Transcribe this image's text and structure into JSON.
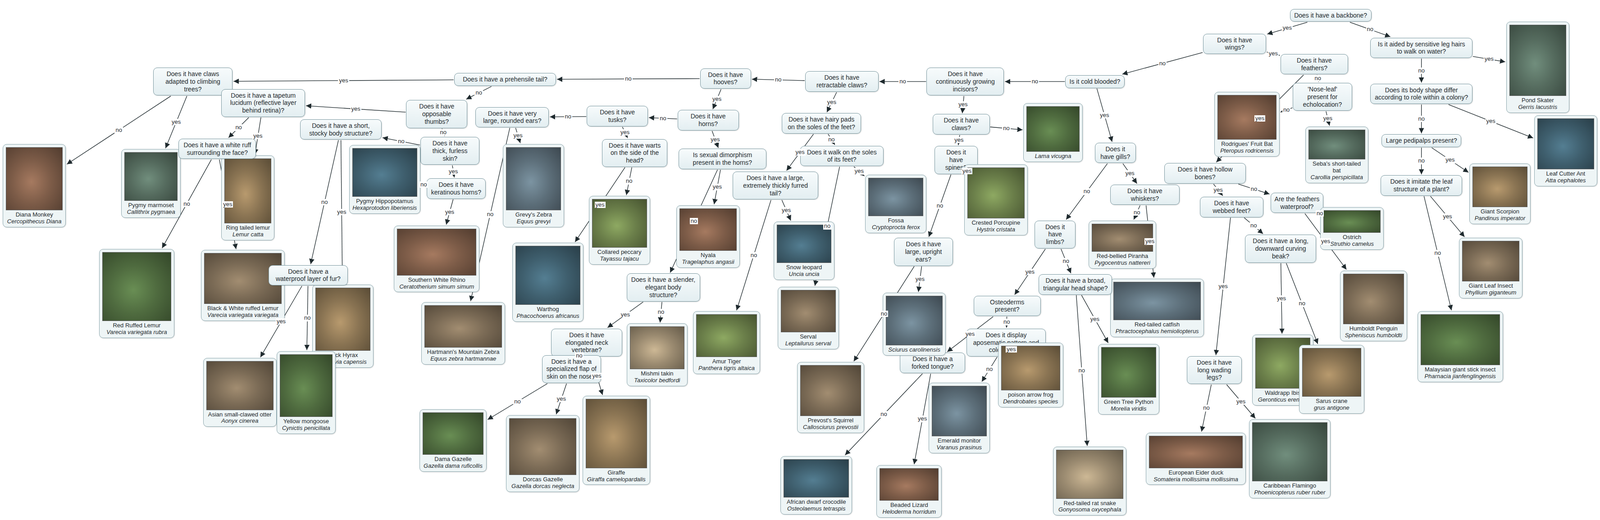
{
  "diagram": {
    "nodes": [
      {
        "text": [
          "Does it have a backbone?"
        ]
      },
      {
        "text": [
          "Does it have wings?"
        ]
      },
      {
        "text": [
          "Does it have feathers?"
        ]
      },
      {
        "text": [
          "Does it have hollow bones?"
        ]
      },
      {
        "text": [
          "Does it have webbed feet?"
        ]
      },
      {
        "text": [
          "Does it have long wading legs?"
        ]
      },
      {
        "text": [
          "Caribbean Flamingo",
          "Phoenicopterus ruber ruber"
        ]
      },
      {
        "text": [
          "European Eider duck",
          "Somateria mollissima mollissima"
        ]
      },
      {
        "text": [
          "Does it have a long, downward curving beak?"
        ]
      },
      {
        "text": [
          "Waldrapp Ibis",
          "Geronticus eremita"
        ]
      },
      {
        "text": [
          "Sarus crane",
          "grus antigone"
        ]
      },
      {
        "text": [
          "Are the feathers waterproof?"
        ]
      },
      {
        "text": [
          "Humboldt Penguin",
          "Spheniscus humboldti"
        ]
      },
      {
        "text": [
          "Ostrich",
          "Struthio camelus"
        ]
      },
      {
        "text": [
          "'Nose-leaf' present for echolocation?"
        ]
      },
      {
        "text": [
          "Seba's short-tailed bat",
          "Carollia perspicillata"
        ]
      },
      {
        "text": [
          "Rodrigues' Fruit Bat",
          "Pteropus rodricensis"
        ]
      },
      {
        "text": [
          "Is it cold blooded?"
        ]
      },
      {
        "text": [
          "Does it have gills?"
        ]
      },
      {
        "text": [
          "Does it have whiskers?"
        ]
      },
      {
        "text": [
          "Red-tailed catfish",
          "Phractocephalus hemioliopterus"
        ]
      },
      {
        "text": [
          "Red-bellied Piranha",
          "Pygocentrus nattereri"
        ]
      },
      {
        "text": [
          "Does it have limbs?"
        ]
      },
      {
        "text": [
          "Osteoderms present?"
        ]
      },
      {
        "text": [
          "Does it have a forked tongue?"
        ]
      },
      {
        "text": [
          "Beaded Lizard",
          "Heloderma horridum"
        ]
      },
      {
        "text": [
          "African dwarf crocodile",
          "Osteolaemus tetraspis"
        ]
      },
      {
        "text": [
          "Does it display aposematic pattern and colouration?"
        ]
      },
      {
        "text": [
          "poison arrow frog",
          "Dendrobates species"
        ]
      },
      {
        "text": [
          "Emerald monitor",
          "Varanus prasinus"
        ]
      },
      {
        "text": [
          "Does it have a broad, triangular head shape?"
        ]
      },
      {
        "text": [
          "Green Tree Python",
          "Morelia viridis"
        ]
      },
      {
        "text": [
          "Red-tailed rat snake",
          "Gonyosoma oxycephala"
        ]
      },
      {
        "text": [
          "Does it have continuously growing incisors?"
        ]
      },
      {
        "text": [
          "Does it have claws?"
        ]
      },
      {
        "text": [
          "Does it have spines?"
        ]
      },
      {
        "text": [
          "Crested Porcupine",
          "Hystrix cristata"
        ]
      },
      {
        "text": [
          "Does it have large, upright ears?"
        ]
      },
      {
        "text": [
          "Sciurus carolinensis"
        ]
      },
      {
        "text": [
          "Prevost's Squirrel",
          "Callosciurus prevostii"
        ]
      },
      {
        "text": [
          "Lama vicugna"
        ]
      },
      {
        "text": [
          "Does it have retractable claws?"
        ]
      },
      {
        "text": [
          "Does it have hairy pads on the soles of the feet?"
        ]
      },
      {
        "text": [
          "Does it have a large, extremely thickly furred tail?"
        ]
      },
      {
        "text": [
          "Snow leopard",
          "Uncia uncia"
        ]
      },
      {
        "text": [
          "Amur Tiger",
          "Panthera tigris altaica"
        ]
      },
      {
        "text": [
          "Does it walk on the soles of its feet?"
        ]
      },
      {
        "text": [
          "Fossa",
          "Cryptoprocta ferox"
        ]
      },
      {
        "text": [
          "Serval",
          "Leptailurus serval"
        ]
      },
      {
        "text": [
          "Does it have hooves?"
        ]
      },
      {
        "text": [
          "Does it have horns?"
        ]
      },
      {
        "text": [
          "Is sexual dimorphism present in the horns?"
        ]
      },
      {
        "text": [
          "Nyala",
          "Tragelaphus angasii"
        ]
      },
      {
        "text": [
          "Does it have a slender, elegant body structure?"
        ]
      },
      {
        "text": [
          "Does it have elongated neck vertebrae?"
        ]
      },
      {
        "text": [
          "Giraffe",
          "Giraffa camelopardalis"
        ]
      },
      {
        "text": [
          "Does it have a specialized flap of skin on the nose?"
        ]
      },
      {
        "text": [
          "Dorcas Gazelle",
          "Gazella dorcas neglecta"
        ]
      },
      {
        "text": [
          "Dama Gazelle",
          "Gazella dama ruficollis"
        ]
      },
      {
        "text": [
          "Mishmi takin",
          "Taxicolor bedfordi"
        ]
      },
      {
        "text": [
          "Does it have tusks?"
        ]
      },
      {
        "text": [
          "Does it have warts on the side of the head?"
        ]
      },
      {
        "text": [
          "Warthog",
          "Phacochoerus africanus"
        ]
      },
      {
        "text": [
          "Collared peccary",
          "Tayassu tajacu"
        ]
      },
      {
        "text": [
          "Does it have very large, rounded ears?"
        ]
      },
      {
        "text": [
          "Grevy's Zebra",
          "Equus grevyi"
        ]
      },
      {
        "text": [
          "Hartmann's Mountain Zebra",
          "Equus zebra hartmannae"
        ]
      },
      {
        "text": [
          "Does it have a prehensile tail?"
        ]
      },
      {
        "text": [
          "Does it have claws adapted to climbing trees?"
        ]
      },
      {
        "text": [
          "Pygmy marmoset",
          "Callithrix pygmaea"
        ]
      },
      {
        "text": [
          "Diana Monkey",
          "Cercopithecus Diana"
        ]
      },
      {
        "text": [
          "Does it have opposable thumbs?"
        ]
      },
      {
        "text": [
          "Does it have a tapetum lucidum (reflective layer behind retina)?"
        ]
      },
      {
        "text": [
          "Ring tailed lemur",
          "Lemur catta"
        ]
      },
      {
        "text": [
          "Does it have a white ruff surrounding the face?"
        ]
      },
      {
        "text": [
          "Black & White ruffed Lemur",
          "Varecia variegata variegata"
        ]
      },
      {
        "text": [
          "Red Ruffed Lemur",
          "Varecia variegata rubra"
        ]
      },
      {
        "text": [
          "Does it have thick, furless skin?"
        ]
      },
      {
        "text": [
          "Does it have keratinous horns?"
        ]
      },
      {
        "text": [
          "Southern White Rhino",
          "Ceratotherium simum simum"
        ]
      },
      {
        "text": [
          "Pygmy Hippopotamus",
          "Hexaprotodon liberiensis"
        ]
      },
      {
        "text": [
          "Does it have a short, stocky body structure?"
        ]
      },
      {
        "text": [
          "Rock Hyrax",
          "Procavia capensis"
        ]
      },
      {
        "text": [
          "Does it have a waterproof layer of fur?"
        ]
      },
      {
        "text": [
          "Asian small-clawed otter",
          "Aonyx cinerea"
        ]
      },
      {
        "text": [
          "Yellow mongoose",
          "Cynictis penicillata"
        ]
      },
      {
        "text": [
          "Is it aided by sensitive leg hairs to walk on water?"
        ]
      },
      {
        "text": [
          "Pond Skater",
          "Gerris lacustris"
        ]
      },
      {
        "text": [
          "Does its body shape differ according to role within a colony?"
        ]
      },
      {
        "text": [
          "Leaf Cutter Ant",
          "Atta cephalotes"
        ]
      },
      {
        "text": [
          "Large pedipalps present?"
        ]
      },
      {
        "text": [
          "Giant Scorpion",
          "Pandinus imperator"
        ]
      },
      {
        "text": [
          "Does it imitate the leaf structure of a plant?"
        ]
      },
      {
        "text": [
          "Giant Leaf Insect",
          "Phyllium giganteum"
        ]
      },
      {
        "text": [
          "Malaysian giant stick insect",
          "Pharnacia jianfenglingensis"
        ]
      }
    ],
    "edges": [
      {
        "from": 0,
        "to": 1,
        "label": "yes",
        "arrow": "to"
      },
      {
        "from": 1,
        "to": 2,
        "label": "yes",
        "arrow": "to"
      },
      {
        "from": 2,
        "to": 3,
        "label": "yes",
        "arrow": "to"
      },
      {
        "from": 3,
        "to": 4,
        "label": "yes",
        "arrow": "to"
      },
      {
        "from": 4,
        "to": 5,
        "label": "yes",
        "arrow": "to"
      },
      {
        "from": 5,
        "to": 6,
        "label": "yes",
        "arrow": "to"
      },
      {
        "from": 5,
        "to": 7,
        "label": "no",
        "arrow": "to"
      },
      {
        "from": 4,
        "to": 8,
        "label": "no",
        "arrow": "to"
      },
      {
        "from": 8,
        "to": 9,
        "label": "yes",
        "arrow": "to"
      },
      {
        "from": 8,
        "to": 10,
        "label": "no",
        "arrow": "to"
      },
      {
        "from": 3,
        "to": 11,
        "label": "no",
        "arrow": "to"
      },
      {
        "from": 11,
        "to": 12,
        "label": "yes",
        "arrow": "to"
      },
      {
        "from": 11,
        "to": 13,
        "label": "no",
        "arrow": "to"
      },
      {
        "from": 2,
        "to": 14,
        "label": "no",
        "arrow": "to"
      },
      {
        "from": 14,
        "to": 15,
        "label": "yes",
        "arrow": "to"
      },
      {
        "from": 14,
        "to": 16,
        "label": "no",
        "arrow": "to"
      },
      {
        "from": 1,
        "to": 17,
        "label": "no",
        "arrow": "to"
      },
      {
        "from": 17,
        "to": 18,
        "label": "yes",
        "arrow": "to"
      },
      {
        "from": 18,
        "to": 19,
        "label": "yes",
        "arrow": "to"
      },
      {
        "from": 19,
        "to": 20,
        "label": "yes",
        "arrow": "to"
      },
      {
        "from": 19,
        "to": 21,
        "label": "no",
        "arrow": "to"
      },
      {
        "from": 18,
        "to": 22,
        "label": "no",
        "arrow": "to"
      },
      {
        "from": 22,
        "to": 23,
        "label": "yes",
        "arrow": "to"
      },
      {
        "from": 23,
        "to": 24,
        "label": "yes",
        "arrow": "to"
      },
      {
        "from": 24,
        "to": 25,
        "label": "yes",
        "arrow": "to"
      },
      {
        "from": 24,
        "to": 26,
        "label": "no",
        "arrow": "to"
      },
      {
        "from": 23,
        "to": 27,
        "label": "no",
        "arrow": "to"
      },
      {
        "from": 27,
        "to": 28,
        "label": "yes",
        "arrow": "to"
      },
      {
        "from": 27,
        "to": 29,
        "label": "no",
        "arrow": "to"
      },
      {
        "from": 22,
        "to": 30,
        "label": "no",
        "arrow": "to"
      },
      {
        "from": 30,
        "to": 31,
        "label": "yes",
        "arrow": "to"
      },
      {
        "from": 30,
        "to": 32,
        "label": "no",
        "arrow": "to"
      },
      {
        "from": 17,
        "to": 33,
        "label": "no",
        "arrow": "to"
      },
      {
        "from": 33,
        "to": 34,
        "label": "yes",
        "arrow": "to"
      },
      {
        "from": 34,
        "to": 35,
        "label": "yes",
        "arrow": "to"
      },
      {
        "from": 35,
        "to": 36,
        "label": "yes",
        "arrow": "to"
      },
      {
        "from": 35,
        "to": 37,
        "label": "no",
        "arrow": "to"
      },
      {
        "from": 37,
        "to": 38,
        "label": "yes",
        "arrow": "to"
      },
      {
        "from": 37,
        "to": 39,
        "label": "no",
        "arrow": "to"
      },
      {
        "from": 34,
        "to": 40,
        "label": "no",
        "arrow": "to"
      },
      {
        "from": 33,
        "to": 41,
        "label": "no",
        "arrow": "to"
      },
      {
        "from": 41,
        "to": 42,
        "label": "yes",
        "arrow": "to"
      },
      {
        "from": 42,
        "to": 43,
        "label": "yes",
        "arrow": "to"
      },
      {
        "from": 43,
        "to": 44,
        "label": "yes",
        "arrow": "to"
      },
      {
        "from": 43,
        "to": 45,
        "label": "no",
        "arrow": "to"
      },
      {
        "from": 42,
        "to": 46,
        "label": "no",
        "arrow": "to"
      },
      {
        "from": 46,
        "to": 47,
        "label": "yes",
        "arrow": "to"
      },
      {
        "from": 46,
        "to": 48,
        "label": "no",
        "arrow": "to"
      },
      {
        "from": 41,
        "to": 49,
        "label": "no",
        "arrow": "to"
      },
      {
        "from": 49,
        "to": 50,
        "label": "yes",
        "arrow": "to"
      },
      {
        "from": 50,
        "to": 51,
        "label": "yes",
        "arrow": "to"
      },
      {
        "from": 51,
        "to": 52,
        "label": "yes",
        "arrow": "to"
      },
      {
        "from": 51,
        "to": 53,
        "label": "no",
        "arrow": "to"
      },
      {
        "from": 53,
        "to": 54,
        "label": "yes",
        "arrow": "to"
      },
      {
        "from": 54,
        "to": 55,
        "label": "yes",
        "arrow": "to"
      },
      {
        "from": 54,
        "to": 56,
        "label": "no",
        "arrow": "to"
      },
      {
        "from": 56,
        "to": 57,
        "label": "yes",
        "arrow": "to"
      },
      {
        "from": 56,
        "to": 58,
        "label": "no",
        "arrow": "to"
      },
      {
        "from": 53,
        "to": 59,
        "label": "no",
        "arrow": "to"
      },
      {
        "from": 50,
        "to": 60,
        "label": "no",
        "arrow": "to"
      },
      {
        "from": 60,
        "to": 61,
        "label": "yes",
        "arrow": "to"
      },
      {
        "from": 61,
        "to": 62,
        "label": "yes",
        "arrow": "to"
      },
      {
        "from": 61,
        "to": 63,
        "label": "no",
        "arrow": "to"
      },
      {
        "from": 60,
        "to": 64,
        "label": "no",
        "arrow": "to"
      },
      {
        "from": 64,
        "to": 65,
        "label": "yes",
        "arrow": "to"
      },
      {
        "from": 64,
        "to": 66,
        "label": "no",
        "arrow": "to"
      },
      {
        "from": 49,
        "to": 67,
        "label": "no",
        "arrow": "to"
      },
      {
        "from": 67,
        "to": 68,
        "label": "yes",
        "arrow": "to"
      },
      {
        "from": 68,
        "to": 69,
        "label": "yes",
        "arrow": "to"
      },
      {
        "from": 68,
        "to": 70,
        "label": "no",
        "arrow": "to"
      },
      {
        "from": 67,
        "to": 71,
        "label": "no",
        "arrow": "to"
      },
      {
        "from": 71,
        "to": 72,
        "label": "yes",
        "arrow": "to"
      },
      {
        "from": 72,
        "to": 73,
        "label": "yes",
        "arrow": "to"
      },
      {
        "from": 72,
        "to": 74,
        "label": "no",
        "arrow": "to"
      },
      {
        "from": 74,
        "to": 75,
        "label": "yes",
        "arrow": "to"
      },
      {
        "from": 74,
        "to": 76,
        "label": "no",
        "arrow": "to"
      },
      {
        "from": 71,
        "to": 77,
        "label": "no",
        "arrow": "to"
      },
      {
        "from": 77,
        "to": 78,
        "label": "yes",
        "arrow": "to"
      },
      {
        "from": 78,
        "to": 79,
        "label": "yes",
        "arrow": "to"
      },
      {
        "from": 78,
        "to": 80,
        "label": "no",
        "arrow": "to"
      },
      {
        "from": 77,
        "to": 81,
        "label": "no",
        "arrow": "to"
      },
      {
        "from": 81,
        "to": 82,
        "label": "yes",
        "arrow": "to"
      },
      {
        "from": 81,
        "to": 83,
        "label": "no",
        "arrow": "to"
      },
      {
        "from": 83,
        "to": 84,
        "label": "yes",
        "arrow": "to"
      },
      {
        "from": 83,
        "to": 85,
        "label": "no",
        "arrow": "to"
      },
      {
        "from": 0,
        "to": 86,
        "label": "no",
        "arrow": "to"
      },
      {
        "from": 86,
        "to": 87,
        "label": "yes",
        "arrow": "to"
      },
      {
        "from": 86,
        "to": 88,
        "label": "no",
        "arrow": "to"
      },
      {
        "from": 88,
        "to": 89,
        "label": "yes",
        "arrow": "to"
      },
      {
        "from": 88,
        "to": 90,
        "label": "no",
        "arrow": "to"
      },
      {
        "from": 90,
        "to": 91,
        "label": "yes",
        "arrow": "to"
      },
      {
        "from": 90,
        "to": 92,
        "label": "no",
        "arrow": "to"
      },
      {
        "from": 92,
        "to": 93,
        "label": "yes",
        "arrow": "to"
      },
      {
        "from": 92,
        "to": 94,
        "label": "no",
        "arrow": "to"
      }
    ]
  }
}
